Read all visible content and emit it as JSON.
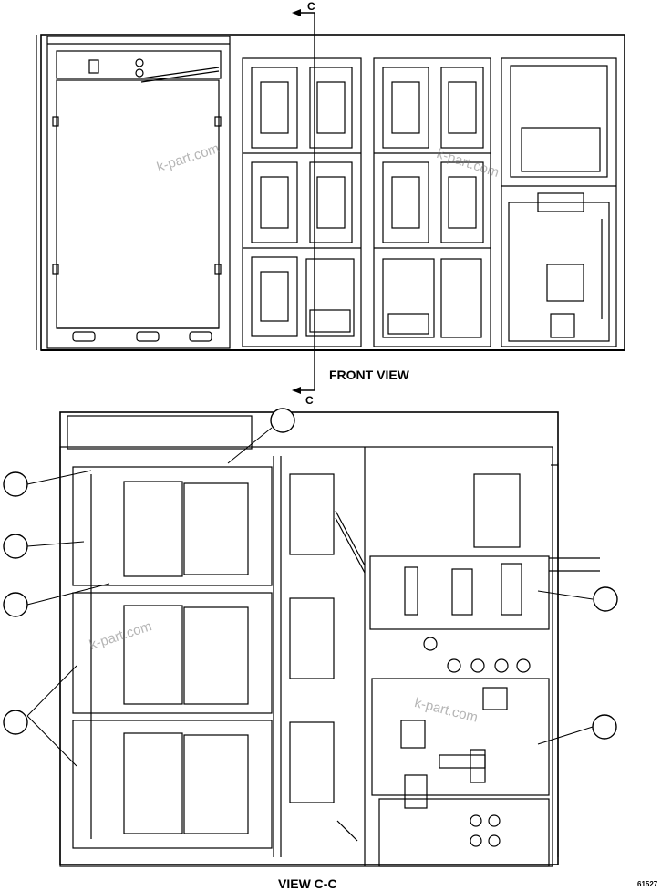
{
  "views": {
    "front_title": "FRONT VIEW",
    "section_title": "VIEW C-C"
  },
  "section_marks": {
    "top": "C",
    "bottom": "C"
  },
  "drawing_number": "61527",
  "watermarks": [
    "k-part.com",
    "k-part.com",
    "k-part.com",
    "k-part.com"
  ],
  "callouts": [
    {
      "id": "callout-upper-center"
    },
    {
      "id": "callout-left-1"
    },
    {
      "id": "callout-left-2"
    },
    {
      "id": "callout-left-3"
    },
    {
      "id": "callout-left-4"
    },
    {
      "id": "callout-right-upper"
    },
    {
      "id": "callout-right-lower"
    }
  ]
}
